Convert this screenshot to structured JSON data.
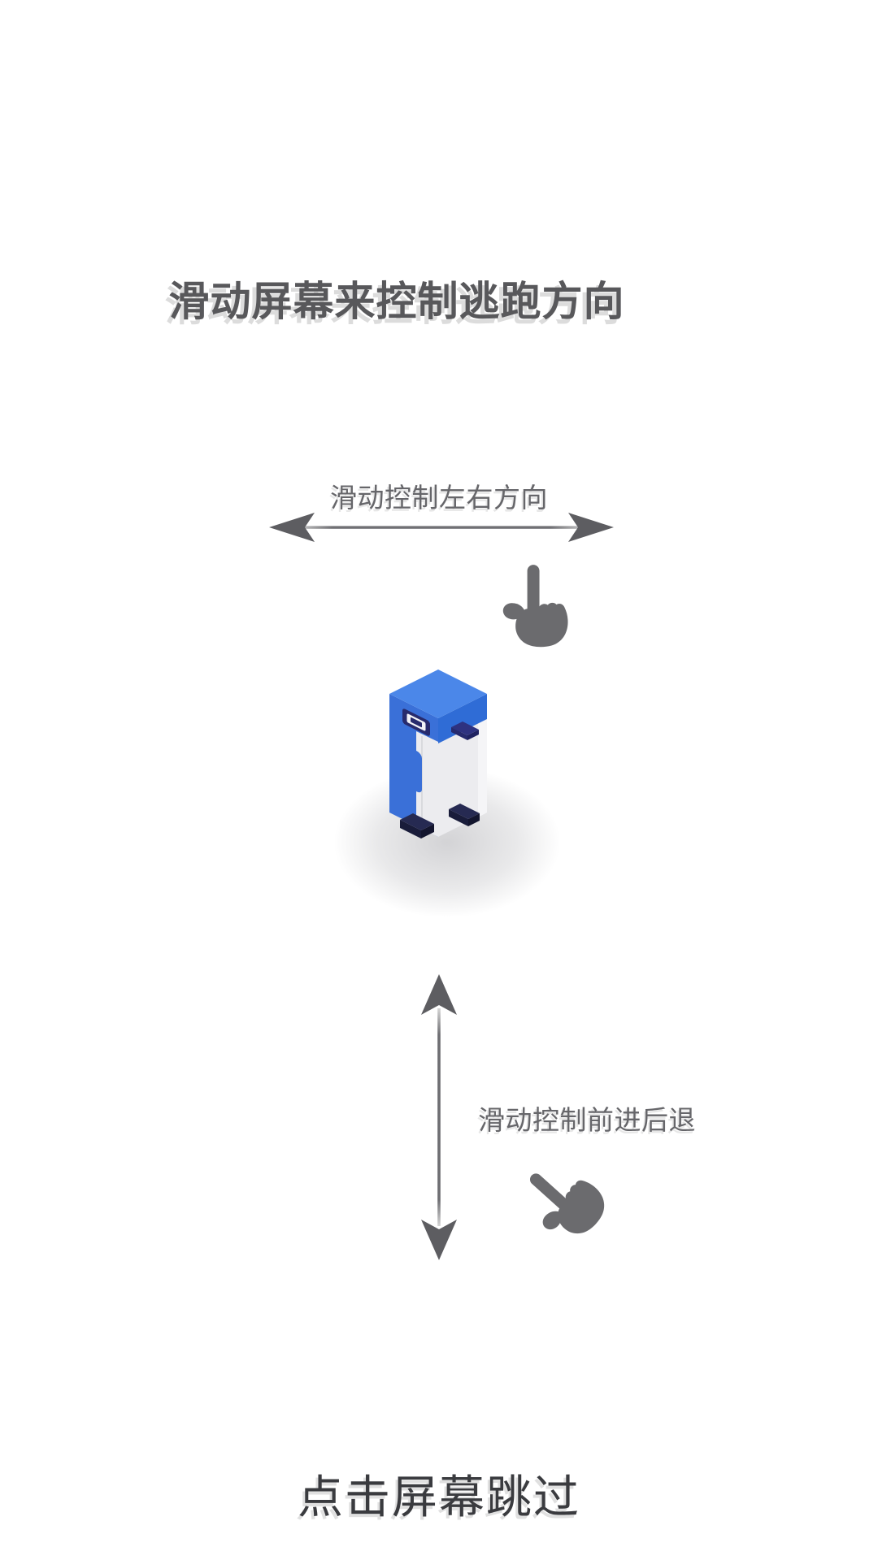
{
  "screen": {
    "title": "滑动屏幕来控制逃跑方向",
    "skip_label": "点击屏幕跳过"
  },
  "hints": {
    "horizontal": "滑动控制左右方向",
    "vertical": "滑动控制前进后退"
  },
  "icons": {
    "horizontal_swipe_arrow": "double-headed-horizontal-arrow",
    "vertical_swipe_arrow": "double-headed-vertical-arrow",
    "hand_pointer_up": "hand-with-index-finger-pointing-up",
    "hand_pointer_diagonal": "hand-with-index-finger-pointing-up-left",
    "mascot": "blue-white-isometric-fridge-robot-character"
  },
  "theme": {
    "bg": "#ffffff",
    "title-color": "#58585b",
    "hint-color": "#66666a",
    "skip-color": "#3a3b3f",
    "arrow-color": "#5d5d61",
    "hand-color": "#6b6b6e",
    "box-top": "#4b87e9",
    "box-left": "#3a70d8",
    "box-cap": "#2f6cd6",
    "box-white": "#ececef",
    "box-white-light": "#f5f5f7",
    "box-navy": "#272b6d",
    "box-navy-dark": "#1f2260"
  }
}
